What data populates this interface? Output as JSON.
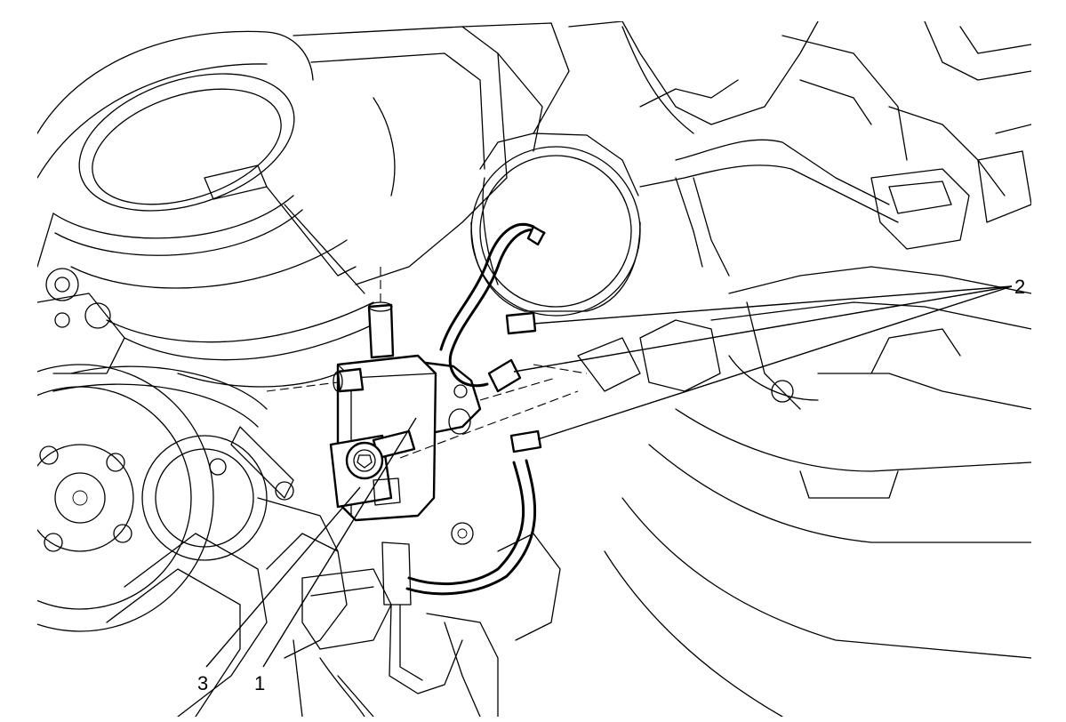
{
  "figure": {
    "type": "engine-component-installation-illustration",
    "style": "black-and-white-line-art"
  },
  "callouts": [
    {
      "id": "1",
      "label": "1"
    },
    {
      "id": "2",
      "label": "2"
    },
    {
      "id": "3",
      "label": "3"
    }
  ]
}
